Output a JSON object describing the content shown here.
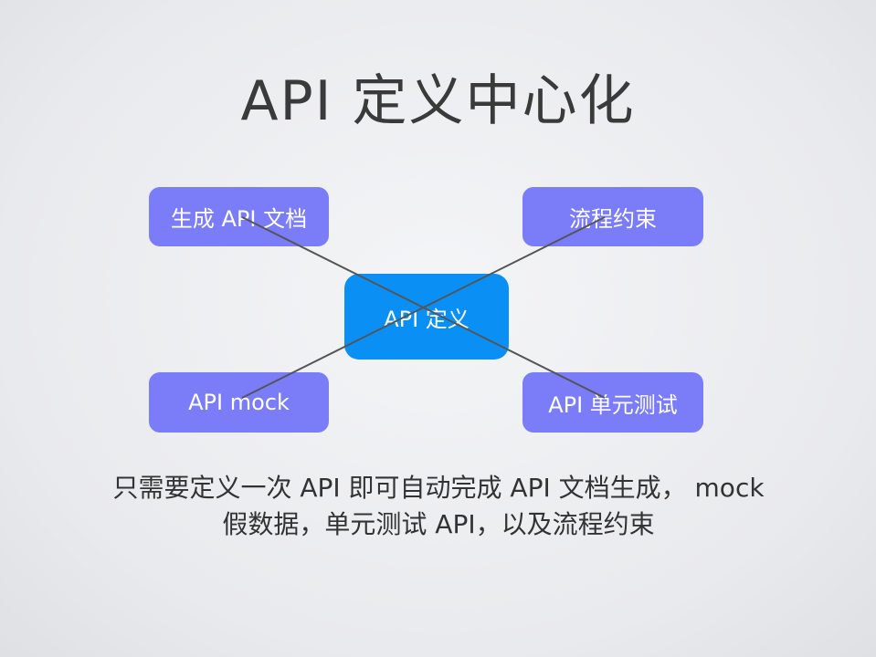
{
  "title": "API 定义中心化",
  "nodes": {
    "center": "API 定义",
    "top_left": "生成 API 文档",
    "top_right": "流程约束",
    "bottom_left": "API mock",
    "bottom_right": "API 单元测试"
  },
  "caption": "只需要定义一次 API 即可自动完成 API 文档生成， mock 假数据，单元测试 API，以及流程约束",
  "colors": {
    "node": "#7b7cf8",
    "center": "#0a8ff5",
    "line": "#555555"
  }
}
